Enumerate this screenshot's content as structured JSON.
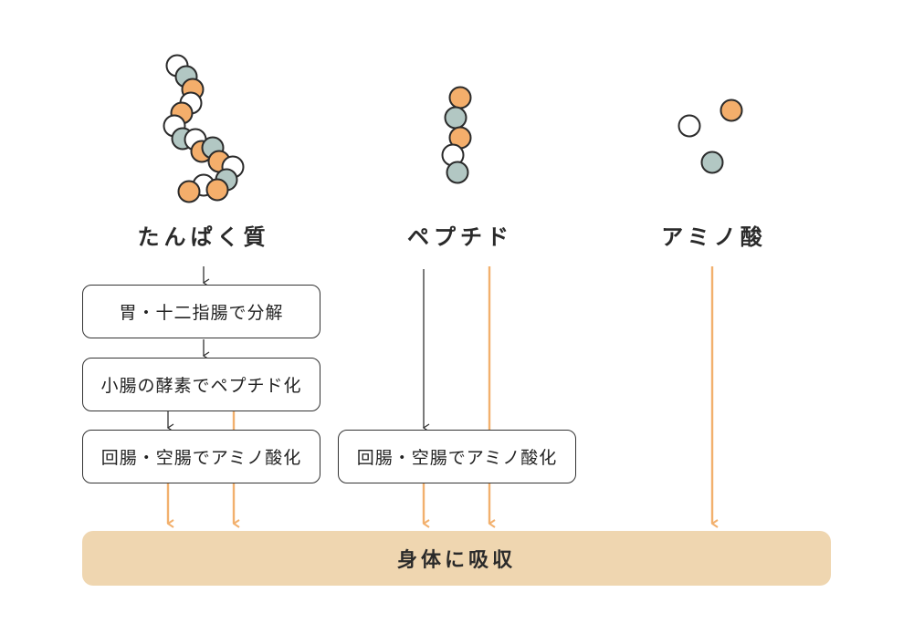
{
  "headings": {
    "protein": "たんぱく質",
    "peptide": "ペプチド",
    "amino_acid": "アミノ酸"
  },
  "steps": {
    "stomach": "胃・十二指腸で分解",
    "small_intestine": "小腸の酵素でペプチド化",
    "ileum_left": "回腸・空腸でアミノ酸化",
    "ileum_right": "回腸・空腸でアミノ酸化"
  },
  "absorption": "身体に吸収",
  "colors": {
    "orange": "#f4ae6b",
    "gray_green": "#b2c7c3",
    "white": "#ffffff",
    "outline": "#2b2b2b",
    "line_dark": "#333333",
    "line_orange": "#f2b06d",
    "absorb_bar": "#efd6b0"
  },
  "molecules": {
    "protein_chain": [
      "white",
      "gray",
      "orange",
      "white",
      "orange",
      "white",
      "gray",
      "white",
      "orange",
      "gray",
      "orange",
      "white",
      "gray",
      "white",
      "orange",
      "orange"
    ],
    "peptide_chain": [
      "orange",
      "gray",
      "orange",
      "white",
      "gray"
    ],
    "amino_acids": [
      "white",
      "orange",
      "gray"
    ]
  }
}
